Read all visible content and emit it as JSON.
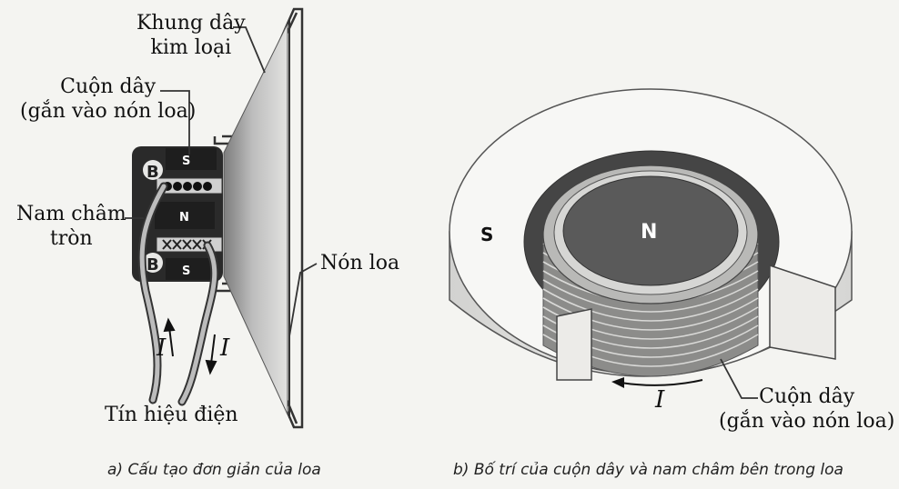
{
  "figure_a": {
    "labels": {
      "khung_line1": "Khung dây",
      "khung_line2": "kim loại",
      "cuon_line1": "Cuộn dây",
      "cuon_line2": "(gắn vào nón loa)",
      "nam_line1": "Nam châm",
      "nam_line2": "tròn",
      "non": "Nón loa",
      "tin_hieu": "Tín hiệu điện"
    },
    "pole_s_top": "S",
    "pole_n": "N",
    "pole_s_bottom": "S",
    "field_b_top": "B",
    "field_b_bottom": "B",
    "current_left": "I",
    "current_right": "I",
    "caption": "a) Cấu tạo đơn giản của loa"
  },
  "figure_b": {
    "pole_s": "S",
    "pole_n": "N",
    "coil_line1": "Cuộn dây",
    "coil_line2": "(gắn vào nón loa)",
    "current": "I",
    "caption": "b) Bố trí của cuộn dây và nam châm bên trong loa"
  }
}
